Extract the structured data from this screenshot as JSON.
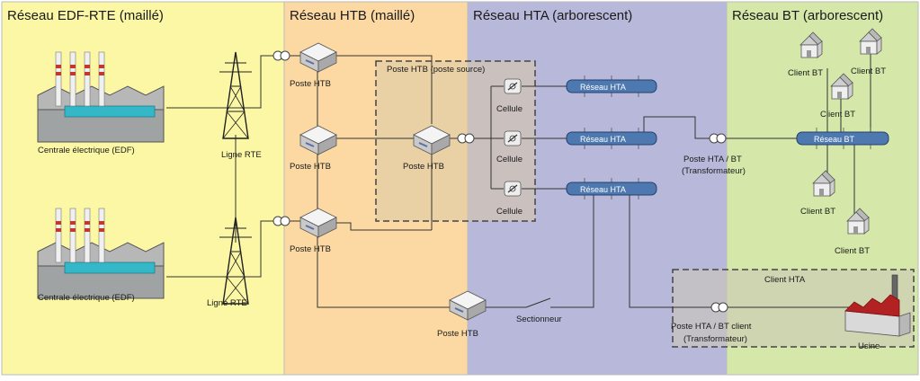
{
  "zones": {
    "edf": {
      "title": "Réseau EDF-RTE (maillé)",
      "color": "#fbf7a4"
    },
    "htb": {
      "title": "Réseau HTB (maillé)",
      "color": "#fcd9a3"
    },
    "hta": {
      "title": "Réseau HTA (arborescent)",
      "color": "#b8b9da"
    },
    "bt": {
      "title": "Réseau BT (arborescent)",
      "color": "#d6e8a9"
    }
  },
  "groups": {
    "poste_source": "Poste HTB (poste source)",
    "client_hta": "Client HTA"
  },
  "labels": {
    "centrale": "Centrale électrique (EDF)",
    "ligne_rte": "Ligne RTE",
    "poste_htb": "Poste HTB",
    "cellule": "Cellule",
    "reseau_hta": "Réseau HTA",
    "reseau_bt": "Réseau BT",
    "poste_hta_bt_1": "Poste HTA / BT",
    "transformateur": "(Transformateur)",
    "poste_hta_bt_client_1": "Poste HTA / BT client",
    "client_bt": "Client BT",
    "sectionneur": "Sectionneur",
    "usine": "Usine"
  },
  "colors": {
    "wire": "#333333",
    "bus_fill": "#4e79b0",
    "device": "#e8e8e8"
  }
}
